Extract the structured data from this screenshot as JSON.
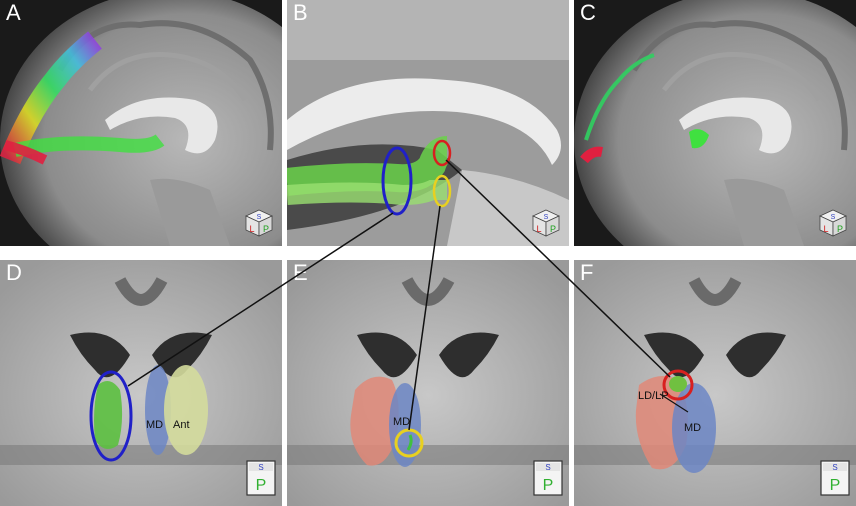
{
  "panels": [
    {
      "letter": "A"
    },
    {
      "letter": "B"
    },
    {
      "letter": "C"
    },
    {
      "letter": "D"
    },
    {
      "letter": "E"
    },
    {
      "letter": "F"
    }
  ],
  "orientation_cube_top": {
    "top_face": "S",
    "left_face": "L",
    "right_face": "P"
  },
  "orientation_cube_bottom": {
    "top_face": "S",
    "front_face": "P"
  },
  "labels": {
    "d_md": "MD",
    "d_ant": "Ant",
    "e_md": "MD",
    "f_ldlp": "LD/LP",
    "f_md": "MD"
  },
  "colors": {
    "blue_circle": "#2020c8",
    "red_circle": "#d82020",
    "yellow_circle": "#e8d020",
    "md_region": "#6c86c4",
    "ant_region": "#d4dc9c",
    "pulvinar_region": "#e08878",
    "connector_line": "#111111"
  }
}
